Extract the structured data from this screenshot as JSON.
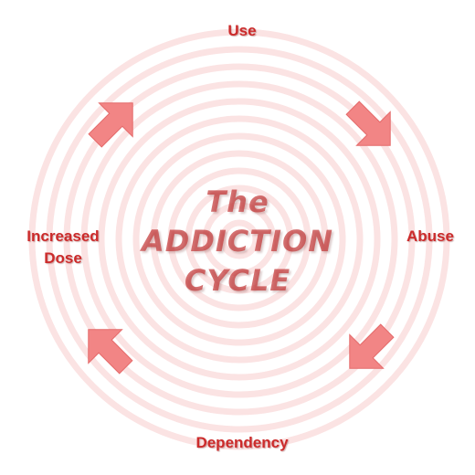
{
  "diagram": {
    "title": [
      "The",
      "ADDICTION",
      "CYCLE"
    ],
    "stages": [
      "Use",
      "Abuse",
      "Dependency",
      "Increased Dose"
    ],
    "colors": {
      "ring": "#fbe3e3",
      "arrow": "#f28585",
      "label": "#cc2b2b",
      "title": "#c43a3a"
    }
  }
}
